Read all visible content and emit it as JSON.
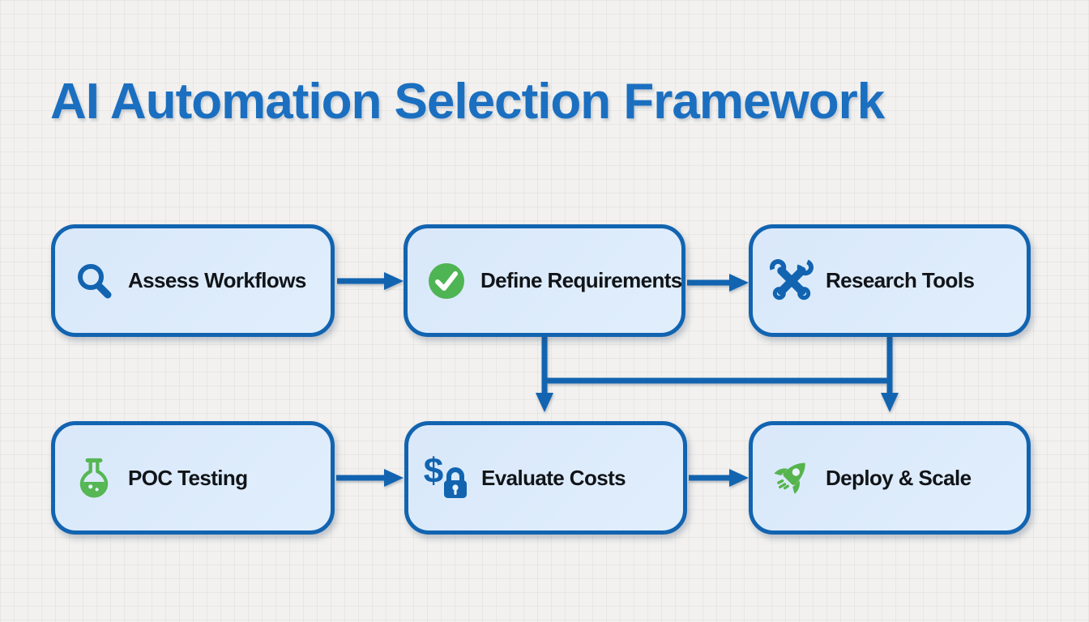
{
  "title": "AI Automation Selection Framework",
  "nodes": [
    {
      "id": "assess",
      "label": "Assess Workflows",
      "icon": "search-icon"
    },
    {
      "id": "define",
      "label": "Define Requirements",
      "icon": "check-circle-icon"
    },
    {
      "id": "research",
      "label": "Research Tools",
      "icon": "crossed-wrenches-icon"
    },
    {
      "id": "poc",
      "label": "POC Testing",
      "icon": "flask-icon"
    },
    {
      "id": "evaluate",
      "label": "Evaluate Costs",
      "icon": "dollar-lock-icon",
      "icon_text": "$"
    },
    {
      "id": "deploy",
      "label": "Deploy & Scale",
      "icon": "rocket-icon"
    }
  ],
  "edges": [
    {
      "from": "assess",
      "to": "define"
    },
    {
      "from": "define",
      "to": "research"
    },
    {
      "from": "define",
      "to": "evaluate"
    },
    {
      "from": "research",
      "to": "deploy"
    },
    {
      "from": "poc",
      "to": "evaluate"
    },
    {
      "from": "evaluate",
      "to": "deploy"
    }
  ],
  "colors": {
    "accent_blue": "#1264b0",
    "title_blue": "#1b6fc0",
    "node_fill": "#dceafb",
    "label_text": "#111418",
    "icon_green": "#4fb454",
    "background": "#f2f1ef"
  }
}
